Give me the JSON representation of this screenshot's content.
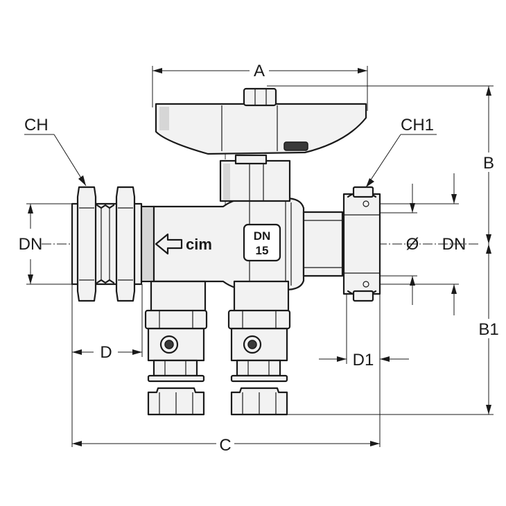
{
  "labels": {
    "A": "A",
    "B": "B",
    "B1": "B1",
    "C": "C",
    "CH": "CH",
    "CH1": "CH1",
    "D": "D",
    "D1": "D1",
    "DN_left": "DN",
    "DN_right": "DN",
    "diameter": "Ø"
  },
  "marking": {
    "brand": "cim",
    "plate_line1": "DN",
    "plate_line2": "15"
  }
}
